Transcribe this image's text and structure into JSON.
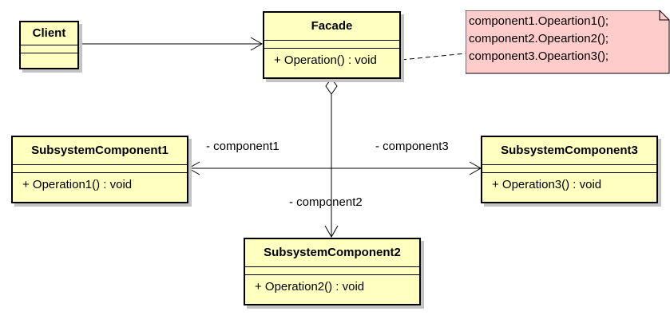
{
  "client": {
    "name": "Client"
  },
  "facade": {
    "name": "Facade",
    "operation": "+ Operation() : void"
  },
  "note": {
    "lines": [
      "component1.Opeartion1();",
      "component2.Opeartion2();",
      "component3.Opeartion3();"
    ]
  },
  "subsystem1": {
    "name": "SubsystemComponent1",
    "operation": "+ Operation1() : void"
  },
  "subsystem2": {
    "name": "SubsystemComponent2",
    "operation": "+ Operation2() : void"
  },
  "subsystem3": {
    "name": "SubsystemComponent3",
    "operation": "+ Operation3() : void"
  },
  "roles": {
    "component1": "- component1",
    "component2": "- component2",
    "component3": "- component3"
  },
  "colors": {
    "class_fill": "#ffffc0",
    "note_fill": "#ffcccc",
    "shadow": "#c4c4c4"
  }
}
